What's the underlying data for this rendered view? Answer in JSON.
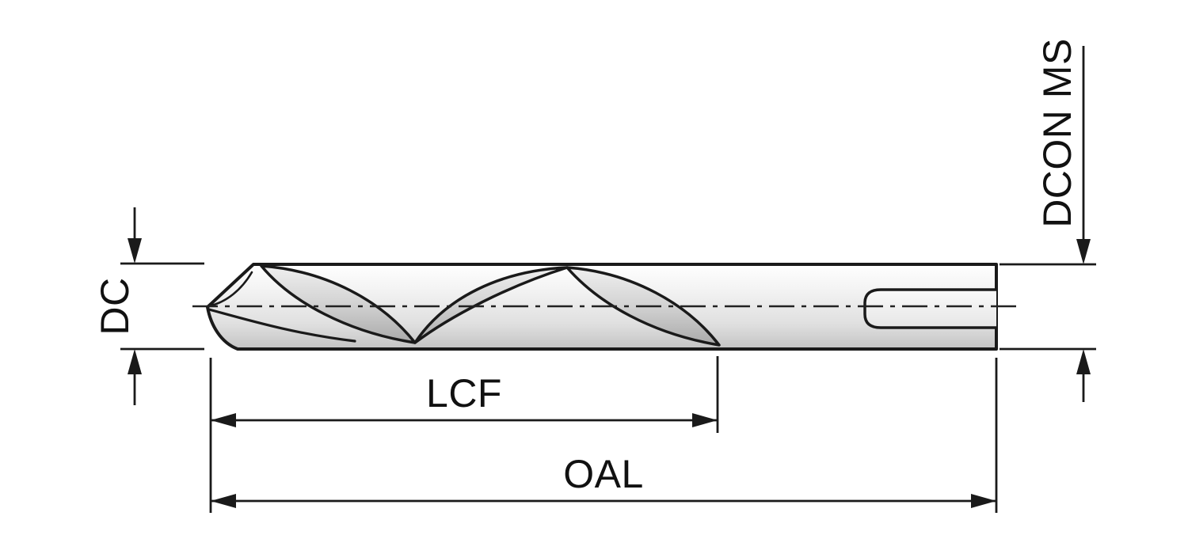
{
  "drawing": {
    "type": "technical-drawing",
    "subject": "twist-drill-side-view",
    "labels": {
      "diameter": "DC",
      "flute_length": "LCF",
      "overall_length": "OAL",
      "shank_diameter": "DCON MS"
    },
    "colors": {
      "line": "#1a1a1a",
      "body_light": "#f7f7f7",
      "body_mid": "#e2e2e2",
      "body_dark": "#c3c3c3",
      "groove_light": "#ececec",
      "groove_dark": "#a9a9a9",
      "background": "#ffffff",
      "text": "#111111"
    }
  }
}
